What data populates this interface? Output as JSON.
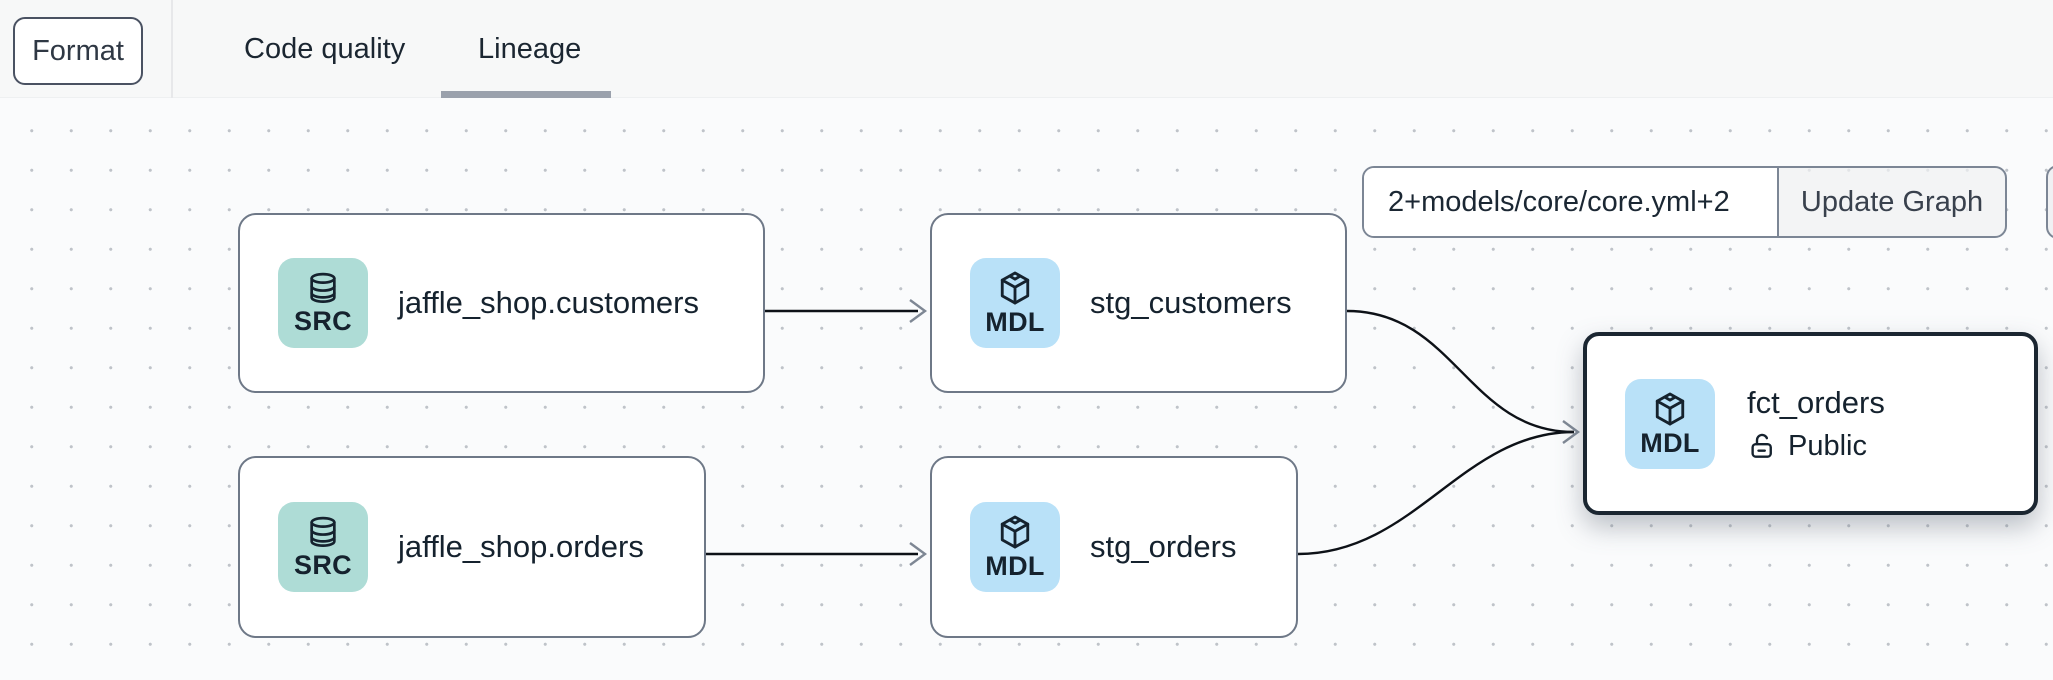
{
  "topbar": {
    "format_button": "Format",
    "tabs": [
      {
        "label": "Code quality",
        "active": false
      },
      {
        "label": "Lineage",
        "active": true
      }
    ]
  },
  "lineage_controls": {
    "selector_input_value": "2+models/core/core.yml+2",
    "update_graph_button": "Update Graph"
  },
  "graph": {
    "nodes": [
      {
        "id": "jaffle_shop.customers",
        "label": "jaffle_shop.customers",
        "badge": "SRC",
        "kind": "source",
        "icon": "database-icon",
        "selected": false
      },
      {
        "id": "stg_customers",
        "label": "stg_customers",
        "badge": "MDL",
        "kind": "model",
        "icon": "cube-icon",
        "selected": false
      },
      {
        "id": "jaffle_shop.orders",
        "label": "jaffle_shop.orders",
        "badge": "SRC",
        "kind": "source",
        "icon": "database-icon",
        "selected": false
      },
      {
        "id": "stg_orders",
        "label": "stg_orders",
        "badge": "MDL",
        "kind": "model",
        "icon": "cube-icon",
        "selected": false
      },
      {
        "id": "fct_orders",
        "label": "fct_orders",
        "badge": "MDL",
        "kind": "model",
        "icon": "cube-icon",
        "access": "Public",
        "selected": true
      }
    ],
    "edges": [
      {
        "from": "jaffle_shop.customers",
        "to": "stg_customers"
      },
      {
        "from": "jaffle_shop.orders",
        "to": "stg_orders"
      },
      {
        "from": "stg_customers",
        "to": "fct_orders"
      },
      {
        "from": "stg_orders",
        "to": "fct_orders"
      }
    ]
  },
  "colors": {
    "source_badge": "#aedcd6",
    "model_badge": "#b9e1f8",
    "edge": "#0d1117",
    "arrowhead": "#7e8794",
    "selected_border": "#1b2631",
    "text": "#15222e",
    "tab_underline": "#9aa1ac"
  }
}
